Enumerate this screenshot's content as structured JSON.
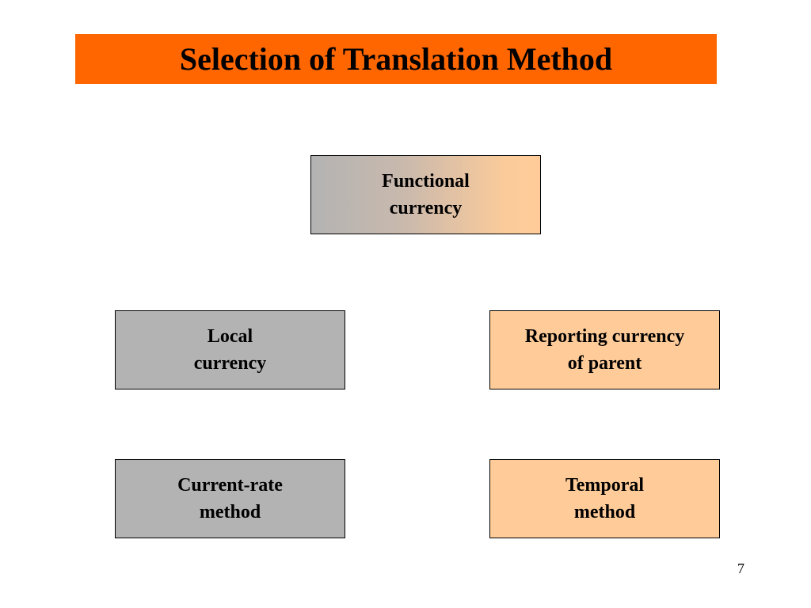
{
  "slide": {
    "title": "Selection of Translation Method",
    "page_number": "7",
    "colors": {
      "title_bar": "#ff6600",
      "grey_box": "#b3b3b3",
      "peach_box": "#ffcc99"
    }
  },
  "diagram": {
    "functional_currency": {
      "line1": "Functional",
      "line2": "currency"
    },
    "local_currency": {
      "line1": "Local",
      "line2": "currency"
    },
    "reporting_currency": {
      "line1": "Reporting currency",
      "line2": "of parent"
    },
    "current_rate_method": {
      "line1": "Current-rate",
      "line2": "method"
    },
    "temporal_method": {
      "line1": "Temporal",
      "line2": "method"
    }
  }
}
